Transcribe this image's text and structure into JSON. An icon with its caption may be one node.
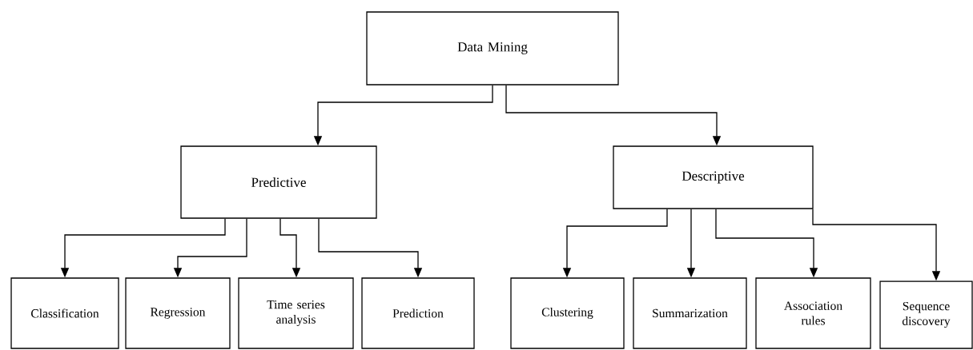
{
  "diagram": {
    "nodes": [
      {
        "text": [
          "Data Mining"
        ]
      },
      {
        "text": [
          "Predictive"
        ]
      },
      {
        "text": [
          "Descriptive"
        ]
      },
      {
        "text": [
          "Classification"
        ]
      },
      {
        "text": [
          "Regression"
        ]
      },
      {
        "text": [
          "Time series analysis"
        ]
      },
      {
        "text": [
          "Prediction"
        ]
      },
      {
        "text": [
          "Clustering"
        ]
      },
      {
        "text": [
          "Summarization"
        ]
      },
      {
        "text": [
          "Association rules"
        ]
      },
      {
        "text": [
          "Sequence discovery"
        ]
      }
    ],
    "edges": [
      {
        "from": 0,
        "to": 1,
        "arrow": "to"
      },
      {
        "from": 0,
        "to": 2,
        "arrow": "to"
      },
      {
        "from": 1,
        "to": 3,
        "arrow": "to"
      },
      {
        "from": 1,
        "to": 4,
        "arrow": "to"
      },
      {
        "from": 1,
        "to": 5,
        "arrow": "to"
      },
      {
        "from": 1,
        "to": 6,
        "arrow": "to"
      },
      {
        "from": 2,
        "to": 7,
        "arrow": "to"
      },
      {
        "from": 2,
        "to": 8,
        "arrow": "to"
      },
      {
        "from": 2,
        "to": 9,
        "arrow": "to"
      },
      {
        "from": 2,
        "to": 10,
        "arrow": "to"
      }
    ]
  }
}
